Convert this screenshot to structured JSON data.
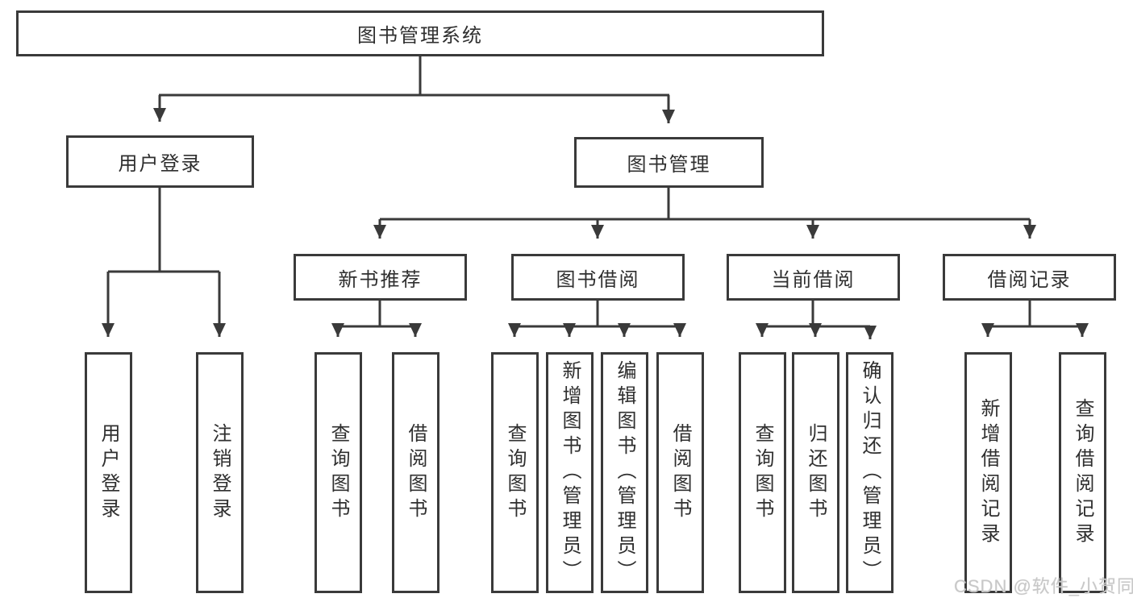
{
  "diagram": {
    "type": "tree",
    "root": {
      "label": "图书管理系统"
    },
    "level2": {
      "user_login": {
        "label": "用户登录",
        "parent": "图书管理系统"
      },
      "book_mgmt": {
        "label": "图书管理",
        "parent": "图书管理系统"
      }
    },
    "level3": {
      "new_book": {
        "label": "新书推荐",
        "parent": "图书管理"
      },
      "book_borrow": {
        "label": "图书借阅",
        "parent": "图书管理"
      },
      "current_borrow": {
        "label": "当前借阅",
        "parent": "图书管理"
      },
      "borrow_records": {
        "label": "借阅记录",
        "parent": "图书管理"
      }
    },
    "leaves": {
      "user_login": {
        "label": "用户登录",
        "parent": "用户登录"
      },
      "logout": {
        "label": "注销登录",
        "parent": "用户登录"
      },
      "nb_query": {
        "label": "查询图书",
        "parent": "新书推荐"
      },
      "nb_borrow": {
        "label": "借阅图书",
        "parent": "新书推荐"
      },
      "bb_query": {
        "label": "查询图书",
        "parent": "图书借阅"
      },
      "bb_add": {
        "label": "新增图书（管理员）",
        "parent": "图书借阅"
      },
      "bb_edit": {
        "label": "编辑图书（管理员）",
        "parent": "图书借阅"
      },
      "bb_borrow": {
        "label": "借阅图书",
        "parent": "图书借阅"
      },
      "cb_query": {
        "label": "查询图书",
        "parent": "当前借阅"
      },
      "cb_return": {
        "label": "归还图书",
        "parent": "当前借阅"
      },
      "cb_confirm": {
        "label": "确认归还（管理员）",
        "parent": "当前借阅"
      },
      "br_add": {
        "label": "新增借阅记录",
        "parent": "借阅记录"
      },
      "br_query": {
        "label": "查询借阅记录",
        "parent": "借阅记录"
      }
    },
    "colors": {
      "line": "#3a3a3a",
      "border": "#3a3a3a",
      "text": "#2f2f2f",
      "background": "#ffffff",
      "watermark": "#c8c8c8"
    },
    "watermark": "CSDN @软件_小贺同学"
  }
}
